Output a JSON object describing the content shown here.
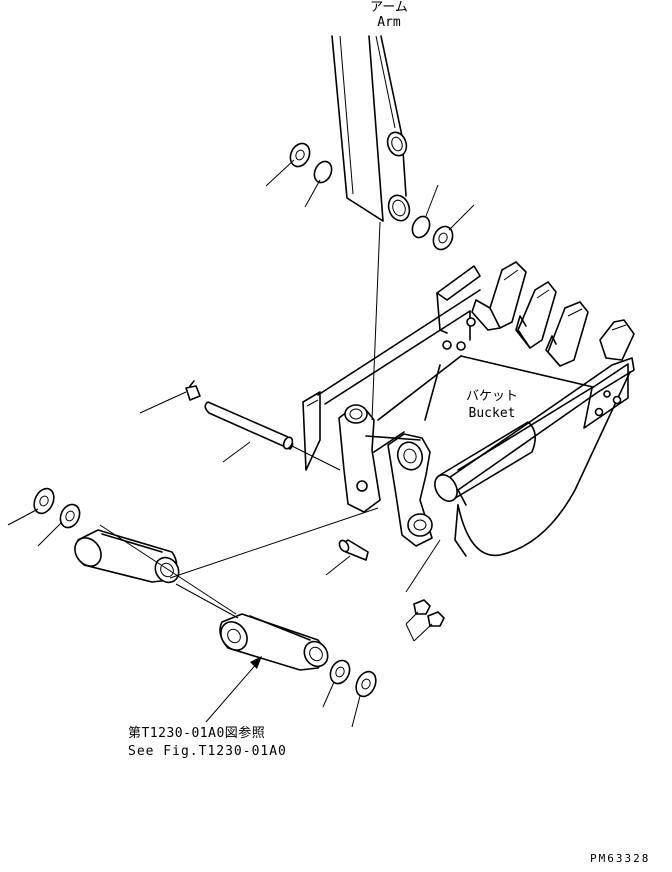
{
  "labels": {
    "arm_jp": "アーム",
    "arm_en": "Arm",
    "bucket_jp": "バケット",
    "bucket_en": "Bucket",
    "ref_jp": "第T1230-01A0図参照",
    "ref_en": "See Fig.T1230-01A0"
  },
  "drawing_number": "PM63328"
}
